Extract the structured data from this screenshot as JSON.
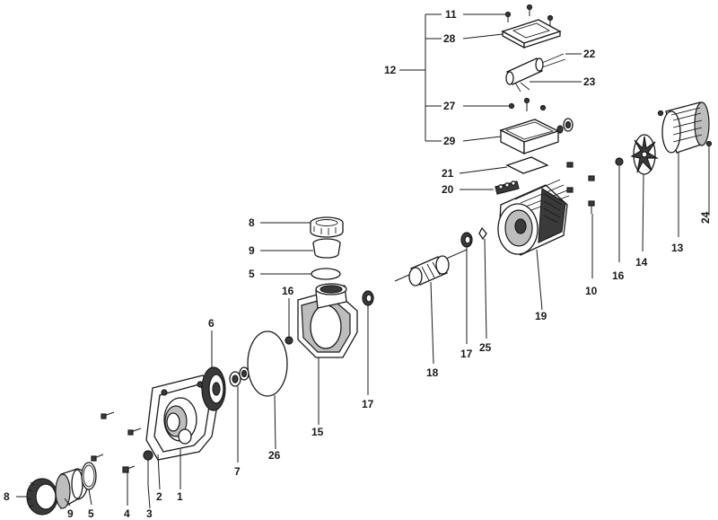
{
  "diagram": {
    "callouts": {
      "c1": "1",
      "c2": "2",
      "c3": "3",
      "c4": "4",
      "c5a": "5",
      "c5b": "5",
      "c6": "6",
      "c7": "7",
      "c8a": "8",
      "c8b": "8",
      "c9a": "9",
      "c9b": "9",
      "c10": "10",
      "c11": "11",
      "c12": "12",
      "c13": "13",
      "c14": "14",
      "c15": "15",
      "c16a": "16",
      "c16b": "16",
      "c17a": "17",
      "c17b": "17",
      "c18": "18",
      "c19": "19",
      "c20": "20",
      "c21": "21",
      "c22": "22",
      "c23": "23",
      "c24": "24",
      "c25": "25",
      "c26": "26",
      "c27": "27",
      "c28": "28",
      "c29": "29"
    }
  }
}
